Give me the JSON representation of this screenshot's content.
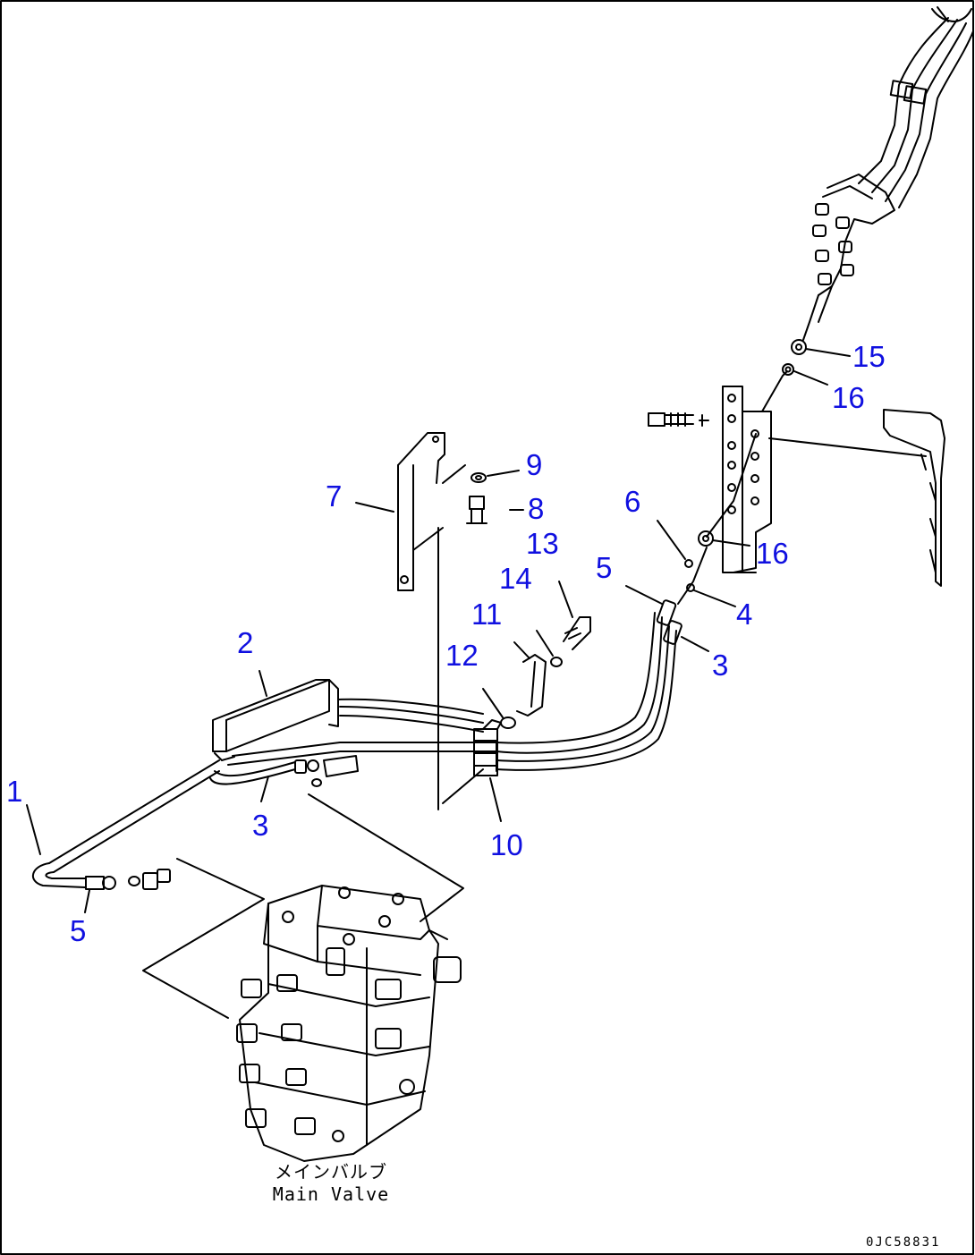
{
  "callouts": [
    {
      "id": "c15",
      "text": "15"
    },
    {
      "id": "c16a",
      "text": "16"
    },
    {
      "id": "c9",
      "text": "9"
    },
    {
      "id": "c7",
      "text": "7"
    },
    {
      "id": "c8",
      "text": "8"
    },
    {
      "id": "c6",
      "text": "6"
    },
    {
      "id": "c13",
      "text": "13"
    },
    {
      "id": "c16b",
      "text": "16"
    },
    {
      "id": "c5a",
      "text": "5"
    },
    {
      "id": "c14",
      "text": "14"
    },
    {
      "id": "c4",
      "text": "4"
    },
    {
      "id": "c11",
      "text": "11"
    },
    {
      "id": "c2",
      "text": "2"
    },
    {
      "id": "c12",
      "text": "12"
    },
    {
      "id": "c3a",
      "text": "3"
    },
    {
      "id": "c1",
      "text": "1"
    },
    {
      "id": "c3b",
      "text": "3"
    },
    {
      "id": "c10",
      "text": "10"
    },
    {
      "id": "c5b",
      "text": "5"
    }
  ],
  "caption": {
    "japanese": "メインバルブ",
    "english": "Main Valve"
  },
  "drawing_number": "0JC58831",
  "colors": {
    "callout": "#1010e0",
    "line": "#000000"
  }
}
